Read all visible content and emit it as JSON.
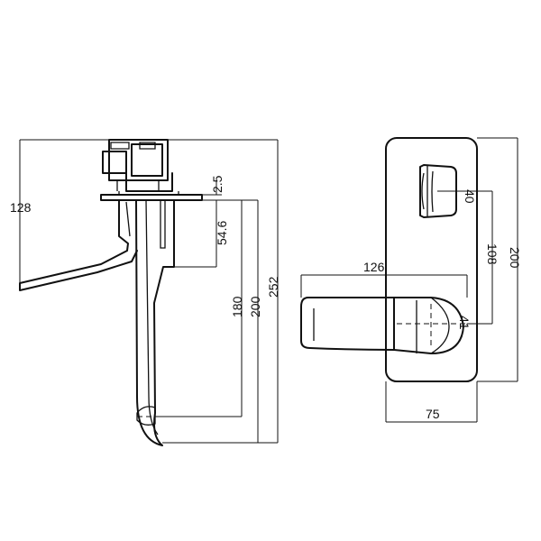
{
  "side_view": {
    "height_to_lever": "128",
    "wall_gap": "2.5",
    "spout_offset": "54.6",
    "outlet_drop": "180",
    "spout_length": "200",
    "total_height": "252"
  },
  "front_view": {
    "lever_length": "126",
    "diverter_size": "40",
    "centre_distance": "108",
    "hub_size": "41",
    "plate_height": "200",
    "plate_width": "75"
  }
}
